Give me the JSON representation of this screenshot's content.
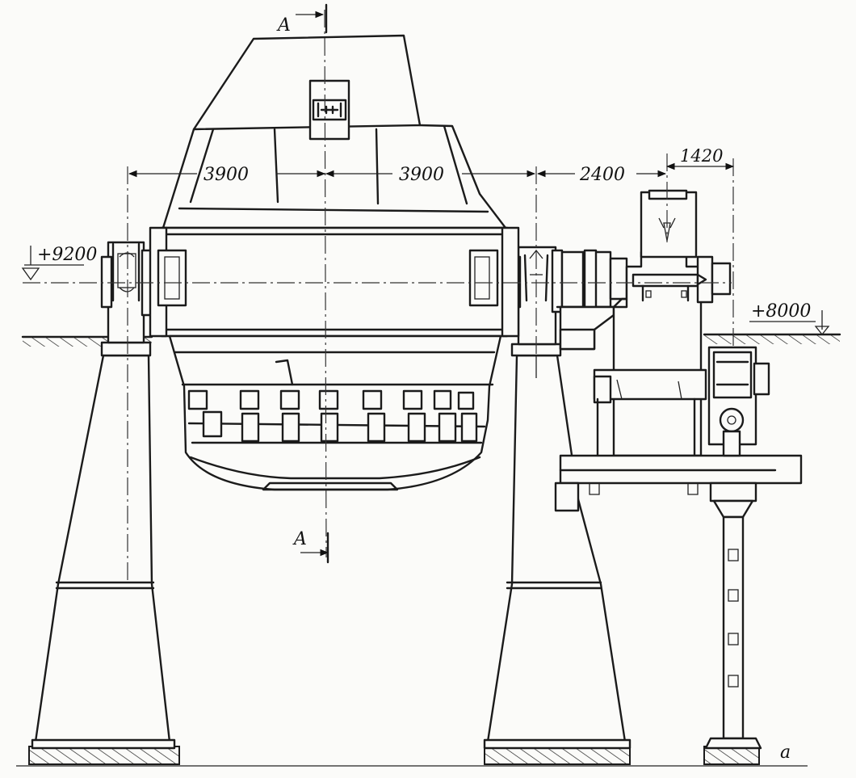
{
  "drawing": {
    "section_label_top": "A",
    "section_label_bottom": "A",
    "dimensions": {
      "left_half": "3900",
      "right_half": "3900",
      "drive_offset": "2400",
      "motor_offset": "1420"
    },
    "elevations": {
      "trunnion_axis": "+9200",
      "platform": "+8000"
    },
    "figure_label": "a"
  },
  "colors": {
    "ink": "#1b1b1b",
    "paper": "#fbfbf9"
  }
}
